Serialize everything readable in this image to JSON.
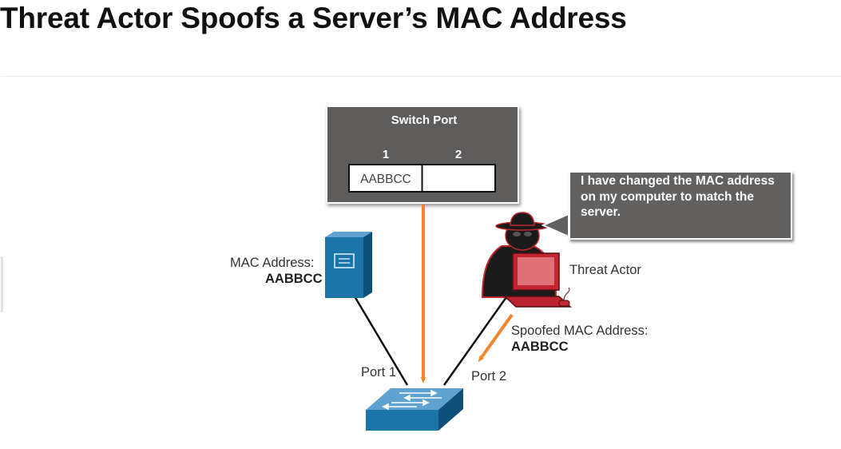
{
  "title": "Threat Actor Spoofs a Server’s MAC Address",
  "switch_table": {
    "heading": "Switch Port",
    "columns": [
      "1",
      "2"
    ],
    "cells": [
      "AABBCC",
      ""
    ]
  },
  "server": {
    "label": "MAC Address:",
    "mac": "AABBCC"
  },
  "threat_actor": {
    "label": "Threat Actor",
    "speech": "I have changed the MAC address on my computer to match the server.",
    "spoof_label": "Spoofed MAC Address:",
    "spoof_mac": "AABBCC"
  },
  "ports": {
    "port1": "Port 1",
    "port2": "Port 2"
  },
  "colors": {
    "arrow": "#f0862d",
    "table_bg": "#5f5b5b",
    "bubble_bg": "#636060",
    "device_blue": "#1c75a8",
    "hacker_red": "#b8232f"
  },
  "icons": [
    "server-icon",
    "switch-icon",
    "hacker-icon",
    "laptop-icon"
  ]
}
